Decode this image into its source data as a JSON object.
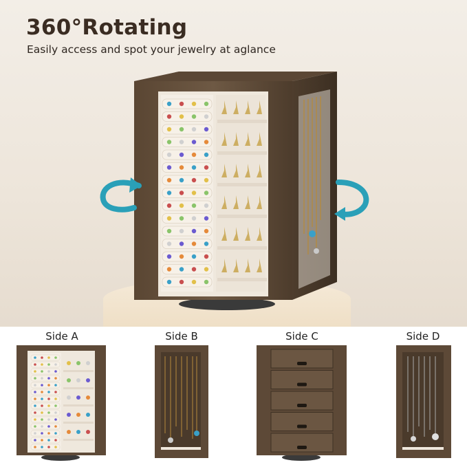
{
  "header": {
    "title": "360°Rotating",
    "subtitle": "Easily access and spot your jewelry at aglance"
  },
  "sides": [
    {
      "label": "Side A"
    },
    {
      "label": "Side B"
    },
    {
      "label": "Side C"
    },
    {
      "label": "Side D"
    }
  ],
  "colors": {
    "wood_dark": "#4a3a2b",
    "wood_mid": "#6b5642",
    "velvet": "#f1ebe1",
    "arrow": "#2aa0b8",
    "title_text": "#3a2c22"
  }
}
